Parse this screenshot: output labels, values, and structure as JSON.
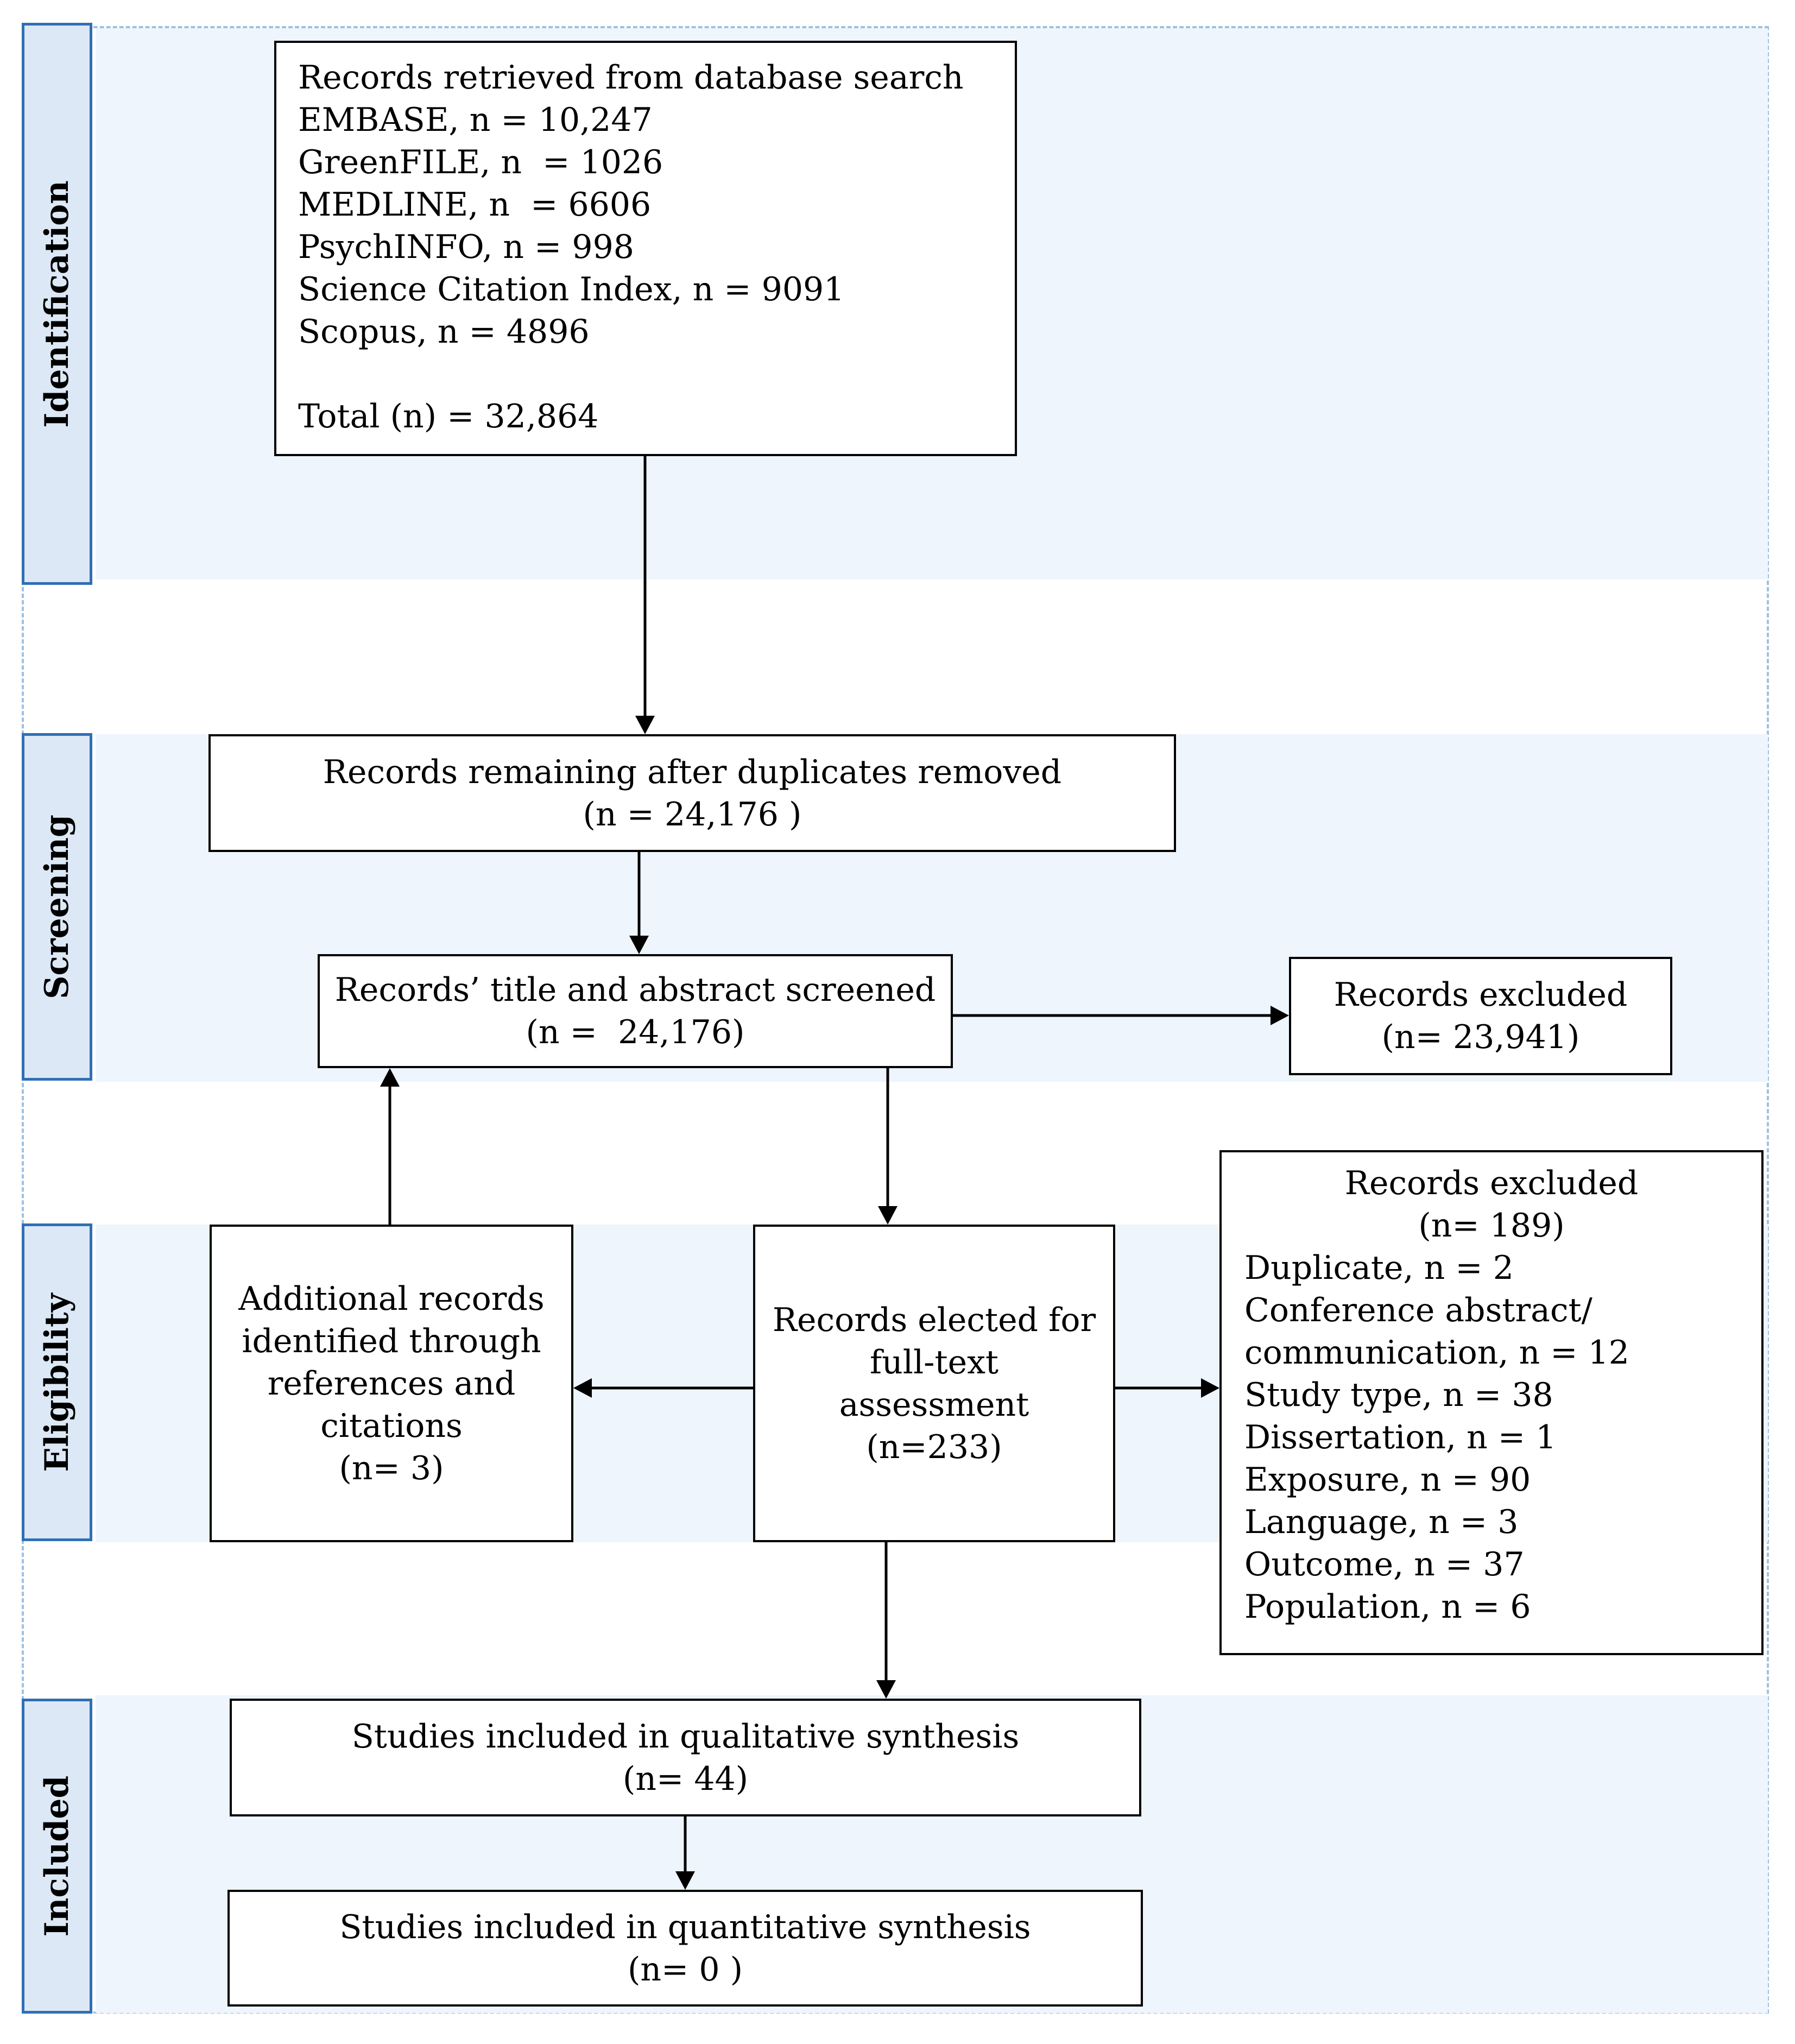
{
  "stages": {
    "identification": "Identification",
    "screening": "Screening",
    "eligibility": "Eligibility",
    "included": "Included"
  },
  "boxes": {
    "database": {
      "lines": [
        "Records retrieved from database search",
        "EMBASE, n = 10,247",
        "GreenFILE, n  = 1026",
        "MEDLINE, n  = 6606",
        "PsychINFO, n = 998",
        "Science Citation Index, n = 9091",
        "Scopus, n = 4896",
        "",
        "Total (n) = 32,864"
      ]
    },
    "duplicates_removed": {
      "lines": [
        "Records remaining after duplicates removed",
        "(n = 24,176 )"
      ]
    },
    "screened": {
      "lines": [
        "Records’ title and abstract screened",
        "(n =  24,176)"
      ]
    },
    "excluded_screening": {
      "lines": [
        "Records excluded",
        "(n= 23,941)"
      ]
    },
    "additional": {
      "lines": [
        "Additional records",
        "identified through",
        "references and",
        "citations",
        "(n= 3)"
      ]
    },
    "full_text": {
      "lines": [
        "Records elected for",
        "full-text",
        "assessment",
        "(n=233)"
      ]
    },
    "excluded_full_text": {
      "title_lines": [
        "Records excluded",
        "(n= 189)"
      ],
      "lines": [
        "Duplicate, n = 2",
        "Conference abstract/",
        "communication, n = 12",
        "Study type, n = 38",
        "Dissertation, n = 1",
        "Exposure, n = 90",
        "Language, n = 3",
        "Outcome, n = 37",
        "Population, n = 6"
      ]
    },
    "qualitative": {
      "lines": [
        "Studies included in qualitative synthesis",
        "(n= 44)"
      ]
    },
    "quantitative": {
      "lines": [
        "Studies included in quantitative synthesis",
        "(n= 0 )"
      ]
    }
  }
}
